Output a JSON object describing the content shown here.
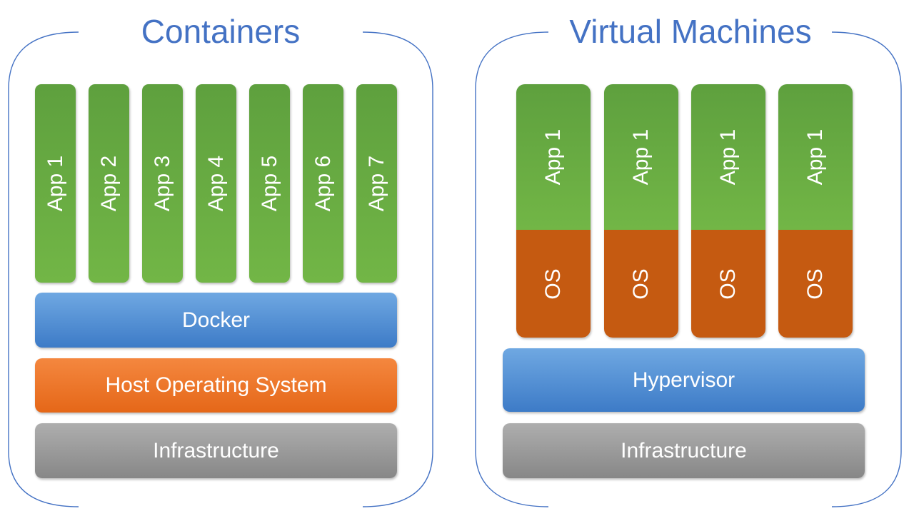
{
  "containers": {
    "title": "Containers",
    "apps": [
      "App 1",
      "App 2",
      "App 3",
      "App 4",
      "App 5",
      "App 6",
      "App 7"
    ],
    "docker": "Docker",
    "host_os": "Host Operating System",
    "infrastructure": "Infrastructure"
  },
  "virtual_machines": {
    "title": "Virtual Machines",
    "vms": [
      {
        "app": "App 1",
        "os": "OS"
      },
      {
        "app": "App 1",
        "os": "OS"
      },
      {
        "app": "App 1",
        "os": "OS"
      },
      {
        "app": "App 1",
        "os": "OS"
      }
    ],
    "hypervisor": "Hypervisor",
    "infrastructure": "Infrastructure"
  },
  "colors": {
    "title": "#4472c4",
    "frame": "#4472c4",
    "app": "#70ad47",
    "os": "#c55a11",
    "docker_hypervisor": "#5b9bd5",
    "host_os": "#ed7d31",
    "infrastructure": "#a5a5a5"
  }
}
